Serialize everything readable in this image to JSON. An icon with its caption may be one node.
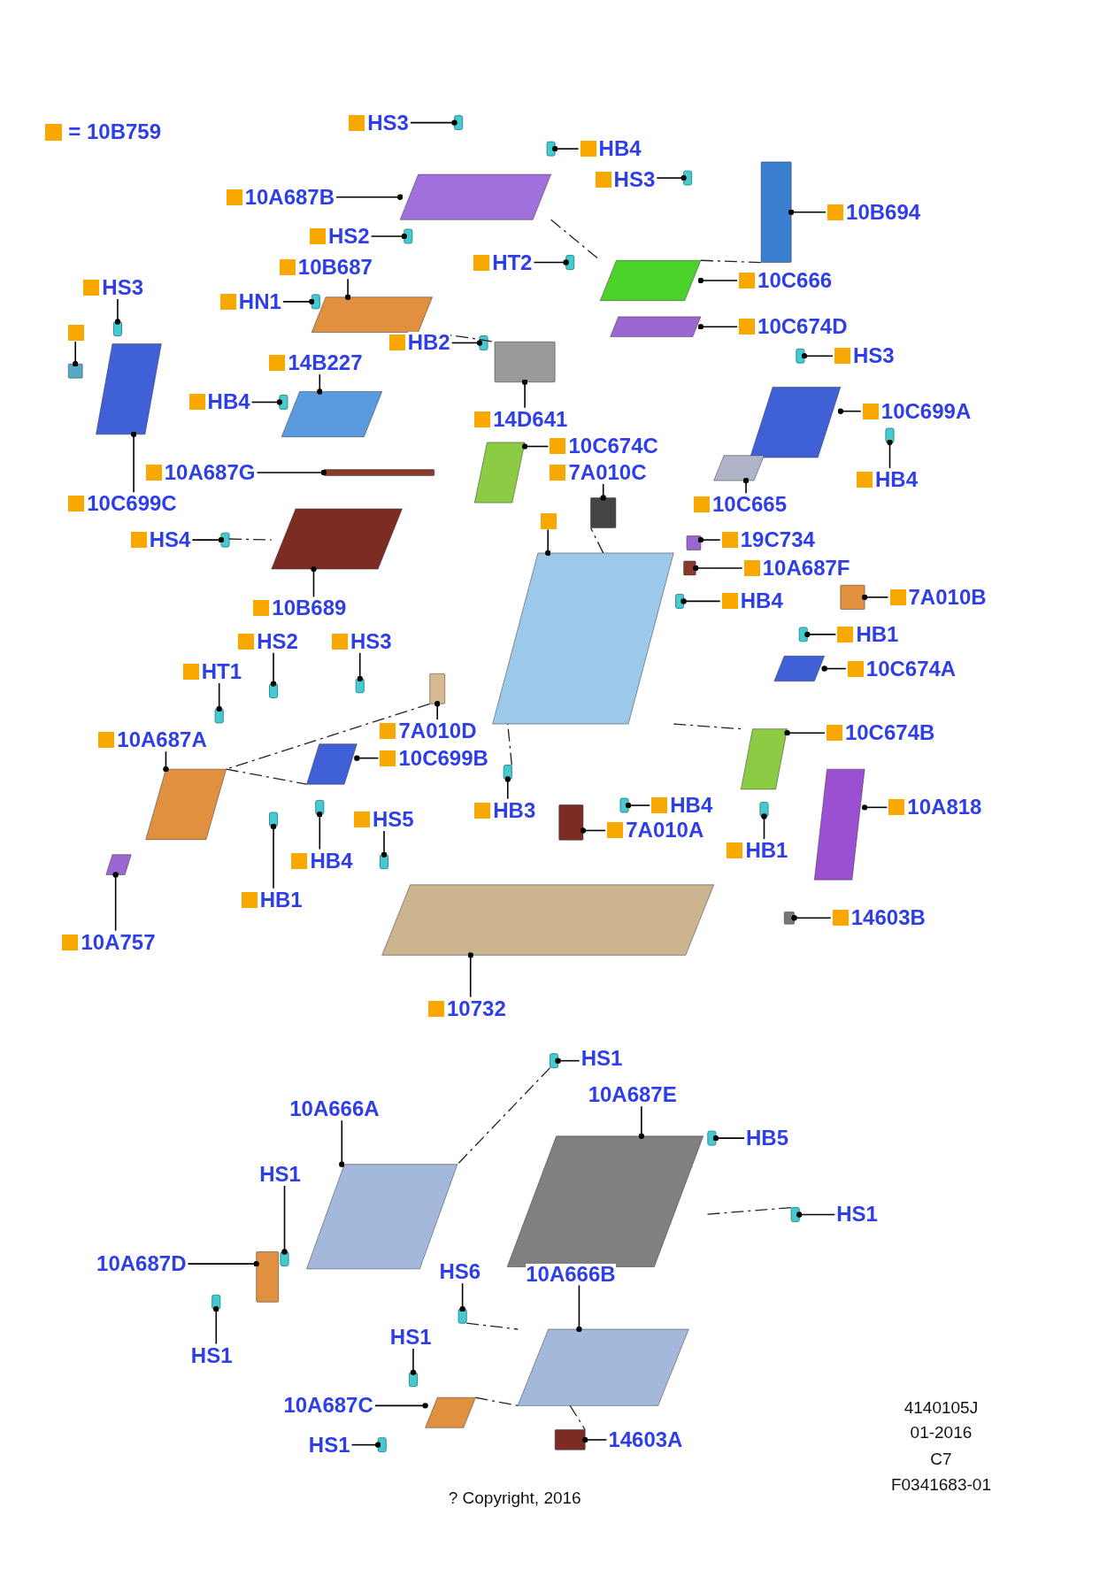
{
  "diagram": {
    "nodes": [
      {
        "text": [
          "HS3"
        ]
      },
      {
        "text": [
          "HB4"
        ]
      },
      {
        "text": [
          "10A687B"
        ]
      },
      {
        "text": [
          "HS3"
        ]
      },
      {
        "text": [
          "10B694"
        ]
      },
      {
        "text": [
          "HS2"
        ]
      },
      {
        "text": [
          "10B687"
        ]
      },
      {
        "text": [
          "HN1"
        ]
      },
      {
        "text": [
          "HT2"
        ]
      },
      {
        "text": [
          "10C666"
        ]
      },
      {
        "text": [
          "HS3"
        ]
      },
      {
        "text": [],
        "shape": "box"
      },
      {
        "text": [
          "HB2"
        ]
      },
      {
        "text": [
          "10C674D"
        ]
      },
      {
        "text": [
          "14B227"
        ]
      },
      {
        "text": [
          "HS3"
        ]
      },
      {
        "text": [
          "HB4"
        ]
      },
      {
        "text": [
          "14D641"
        ]
      },
      {
        "text": [
          "10C699A"
        ]
      },
      {
        "text": [
          "10C674C"
        ]
      },
      {
        "text": [
          "10A687G"
        ]
      },
      {
        "text": [
          "7A010C"
        ]
      },
      {
        "text": [
          "HB4"
        ]
      },
      {
        "text": [
          "10C699C"
        ]
      },
      {
        "text": [
          "10C665"
        ]
      },
      {
        "text": [
          "HS4"
        ]
      },
      {
        "text": [],
        "shape": "box"
      },
      {
        "text": [
          "19C734"
        ]
      },
      {
        "text": [
          "10A687F"
        ]
      },
      {
        "text": [
          "10B689"
        ]
      },
      {
        "text": [
          "7A010B"
        ]
      },
      {
        "text": [
          "HB4"
        ]
      },
      {
        "text": [
          "HS2"
        ]
      },
      {
        "text": [
          "HS3"
        ]
      },
      {
        "text": [
          "HB1"
        ]
      },
      {
        "text": [
          "HT1"
        ]
      },
      {
        "text": [
          "10C674A"
        ]
      },
      {
        "text": [
          "10A687A"
        ]
      },
      {
        "text": [
          "7A010D"
        ]
      },
      {
        "text": [
          "10C699B"
        ]
      },
      {
        "text": [
          "10C674B"
        ]
      },
      {
        "text": [
          "HS5"
        ]
      },
      {
        "text": [
          "HB3"
        ]
      },
      {
        "text": [
          "HB4"
        ]
      },
      {
        "text": [
          "10A818"
        ]
      },
      {
        "text": [
          "7A010A"
        ]
      },
      {
        "text": [
          "HB4"
        ]
      },
      {
        "text": [
          "HB1"
        ]
      },
      {
        "text": [
          "HB1"
        ]
      },
      {
        "text": [
          "14603B"
        ]
      },
      {
        "text": [
          "10A757"
        ]
      },
      {
        "text": [
          "10732"
        ]
      },
      {
        "text": [
          "HS1"
        ]
      },
      {
        "text": [
          "10A687E"
        ]
      },
      {
        "text": [
          "10A666A"
        ]
      },
      {
        "text": [
          "HB5"
        ]
      },
      {
        "text": [
          "HS1"
        ]
      },
      {
        "text": [
          "HS1"
        ]
      },
      {
        "text": [
          "10A687D"
        ]
      },
      {
        "text": [
          "HS6"
        ]
      },
      {
        "text": [
          "10A666B"
        ]
      },
      {
        "text": [
          "HS1"
        ]
      },
      {
        "text": [
          "HS1"
        ]
      },
      {
        "text": [
          "10A687C"
        ]
      },
      {
        "text": [
          "14603A"
        ]
      },
      {
        "text": [
          "HS1"
        ]
      },
      {
        "text": [],
        "shape": "box"
      },
      {
        "text": [],
        "shape": "box"
      },
      {
        "text": [],
        "shape": "box"
      },
      {
        "text": [],
        "shape": "box"
      },
      {
        "text": [],
        "shape": "box"
      },
      {
        "text": [],
        "shape": "box"
      },
      {
        "text": [],
        "shape": "box"
      },
      {
        "text": [],
        "shape": "box"
      },
      {
        "text": [],
        "shape": "box"
      },
      {
        "text": [],
        "shape": "box"
      },
      {
        "text": [],
        "shape": "box"
      },
      {
        "text": [],
        "shape": "box"
      },
      {
        "text": [],
        "shape": "box"
      },
      {
        "text": [],
        "shape": "box"
      },
      {
        "text": [],
        "shape": "box"
      },
      {
        "text": [],
        "shape": "box"
      },
      {
        "text": [],
        "shape": "box"
      },
      {
        "text": [],
        "shape": "box"
      },
      {
        "text": [],
        "shape": "box"
      },
      {
        "text": [],
        "shape": "box"
      },
      {
        "text": [],
        "shape": "box"
      },
      {
        "text": [],
        "shape": "box"
      },
      {
        "text": [],
        "shape": "box"
      },
      {
        "text": [],
        "shape": "box"
      },
      {
        "text": [],
        "shape": "box"
      },
      {
        "text": [],
        "shape": "box"
      },
      {
        "text": [],
        "shape": "box"
      },
      {
        "text": [],
        "shape": "box"
      },
      {
        "text": [],
        "shape": "box"
      },
      {
        "text": [],
        "shape": "box"
      },
      {
        "text": [],
        "shape": "box"
      },
      {
        "text": [],
        "shape": "box"
      },
      {
        "text": [],
        "shape": "box"
      },
      {
        "text": [],
        "shape": "box"
      },
      {
        "text": [],
        "shape": "box"
      },
      {
        "text": [],
        "shape": "box"
      },
      {
        "text": [],
        "shape": "box"
      },
      {
        "text": [],
        "shape": "box"
      },
      {
        "text": [],
        "shape": "box"
      },
      {
        "text": [],
        "shape": "box"
      },
      {
        "text": [],
        "shape": "box"
      },
      {
        "text": [],
        "shape": "box"
      },
      {
        "text": [],
        "shape": "box"
      },
      {
        "text": [],
        "shape": "box"
      },
      {
        "text": [],
        "shape": "box"
      },
      {
        "text": [],
        "shape": "box"
      },
      {
        "text": [],
        "shape": "box"
      },
      {
        "text": [],
        "shape": "box"
      },
      {
        "text": [],
        "shape": "box"
      },
      {
        "text": [],
        "shape": "box"
      },
      {
        "text": [],
        "shape": "box"
      },
      {
        "text": [],
        "shape": "box"
      },
      {
        "text": [],
        "shape": "box"
      },
      {
        "text": [],
        "shape": "box"
      },
      {
        "text": [],
        "shape": "box"
      },
      {
        "text": [],
        "shape": "box"
      },
      {
        "text": [],
        "shape": "box"
      },
      {
        "text": [],
        "shape": "box"
      },
      {
        "text": [],
        "shape": "box"
      },
      {
        "text": [],
        "shape": "box"
      },
      {
        "text": [],
        "shape": "box"
      },
      {
        "text": [],
        "shape": "box"
      },
      {
        "text": [],
        "shape": "box"
      },
      {
        "text": [],
        "shape": "box"
      },
      {
        "text": [],
        "shape": "box"
      },
      {
        "text": [],
        "shape": "box"
      }
    ],
    "edges": [
      {
        "from": 0,
        "to": 66,
        "arrow": "other"
      },
      {
        "from": 1,
        "to": 67,
        "arrow": "other"
      },
      {
        "from": 2,
        "to": 68,
        "arrow": "other"
      },
      {
        "from": 3,
        "to": 69,
        "arrow": "other"
      },
      {
        "from": 4,
        "to": 70,
        "arrow": "other"
      },
      {
        "from": 5,
        "to": 71,
        "arrow": "other"
      },
      {
        "from": 6,
        "to": 72,
        "arrow": "other"
      },
      {
        "from": 7,
        "to": 73,
        "arrow": "other"
      },
      {
        "from": 8,
        "to": 74,
        "arrow": "other"
      },
      {
        "from": 9,
        "to": 75,
        "arrow": "other"
      },
      {
        "from": 10,
        "to": 76,
        "arrow": "other"
      },
      {
        "from": 11,
        "to": 77,
        "arrow": "other"
      },
      {
        "from": 12,
        "to": 78,
        "arrow": "other"
      },
      {
        "from": 13,
        "to": 79,
        "arrow": "other"
      },
      {
        "from": 14,
        "to": 80,
        "arrow": "other"
      },
      {
        "from": 15,
        "to": 81,
        "arrow": "other"
      },
      {
        "from": 16,
        "to": 82,
        "arrow": "other"
      },
      {
        "from": 17,
        "to": 83,
        "arrow": "other"
      },
      {
        "from": 18,
        "to": 84,
        "arrow": "other"
      },
      {
        "from": 19,
        "to": 85,
        "arrow": "other"
      },
      {
        "from": 20,
        "to": 86,
        "arrow": "other"
      },
      {
        "from": 21,
        "to": 87,
        "arrow": "other"
      },
      {
        "from": 22,
        "to": 88,
        "arrow": "other"
      },
      {
        "from": 23,
        "to": 89,
        "arrow": "other"
      },
      {
        "from": 24,
        "to": 90,
        "arrow": "other"
      },
      {
        "from": 25,
        "to": 91,
        "arrow": "other"
      },
      {
        "from": 26,
        "to": 92,
        "arrow": "other"
      },
      {
        "from": 27,
        "to": 93,
        "arrow": "other"
      },
      {
        "from": 28,
        "to": 94,
        "arrow": "other"
      },
      {
        "from": 29,
        "to": 95,
        "arrow": "other"
      },
      {
        "from": 30,
        "to": 96,
        "arrow": "other"
      },
      {
        "from": 31,
        "to": 97,
        "arrow": "other"
      },
      {
        "from": 32,
        "to": 98,
        "arrow": "other"
      },
      {
        "from": 33,
        "to": 99,
        "arrow": "other"
      },
      {
        "from": 34,
        "to": 100,
        "arrow": "other"
      },
      {
        "from": 35,
        "to": 101,
        "arrow": "other"
      },
      {
        "from": 36,
        "to": 102,
        "arrow": "other"
      },
      {
        "from": 37,
        "to": 103,
        "arrow": "other"
      },
      {
        "from": 38,
        "to": 104,
        "arrow": "other"
      },
      {
        "from": 39,
        "to": 105,
        "arrow": "other"
      },
      {
        "from": 40,
        "to": 106,
        "arrow": "other"
      },
      {
        "from": 41,
        "to": 107,
        "arrow": "other"
      },
      {
        "from": 42,
        "to": 108,
        "arrow": "other"
      },
      {
        "from": 43,
        "to": 109,
        "arrow": "other"
      },
      {
        "from": 44,
        "to": 110,
        "arrow": "other"
      },
      {
        "from": 45,
        "to": 111,
        "arrow": "other"
      },
      {
        "from": 46,
        "to": 112,
        "arrow": "other"
      },
      {
        "from": 47,
        "to": 113,
        "arrow": "other"
      },
      {
        "from": 48,
        "to": 114,
        "arrow": "other"
      },
      {
        "from": 49,
        "to": 115,
        "arrow": "other"
      },
      {
        "from": 50,
        "to": 116,
        "arrow": "other"
      },
      {
        "from": 51,
        "to": 117,
        "arrow": "other"
      },
      {
        "from": 52,
        "to": 118,
        "arrow": "other"
      },
      {
        "from": 53,
        "to": 119,
        "arrow": "other"
      },
      {
        "from": 54,
        "to": 120,
        "arrow": "other"
      },
      {
        "from": 55,
        "to": 121,
        "arrow": "other"
      },
      {
        "from": 56,
        "to": 122,
        "arrow": "other"
      },
      {
        "from": 57,
        "to": 123,
        "arrow": "other"
      },
      {
        "from": 58,
        "to": 124,
        "arrow": "other"
      },
      {
        "from": 59,
        "to": 125,
        "arrow": "other"
      },
      {
        "from": 60,
        "to": 126,
        "arrow": "other"
      },
      {
        "from": 61,
        "to": 127,
        "arrow": "other"
      },
      {
        "from": 62,
        "to": 128,
        "arrow": "other"
      },
      {
        "from": 63,
        "to": 129,
        "arrow": "other"
      },
      {
        "from": 64,
        "to": 130,
        "arrow": "other"
      },
      {
        "from": 65,
        "to": 131,
        "arrow": "other"
      },
      {
        "from": 68,
        "to": 75,
        "arrow": "none",
        "style": "dashed"
      },
      {
        "from": 75,
        "to": 70,
        "arrow": "none",
        "style": "dashed"
      },
      {
        "from": 72,
        "to": 83,
        "arrow": "none",
        "style": "dashed"
      },
      {
        "from": 91,
        "to": 95,
        "arrow": "none",
        "style": "dashed"
      },
      {
        "from": 92,
        "to": 87,
        "arrow": "none",
        "style": "dashed"
      },
      {
        "from": 92,
        "to": 106,
        "arrow": "none",
        "style": "dashed"
      },
      {
        "from": 108,
        "to": 92,
        "arrow": "none",
        "style": "dashed"
      },
      {
        "from": 104,
        "to": 103,
        "arrow": "none",
        "style": "dashed"
      },
      {
        "from": 103,
        "to": 105,
        "arrow": "none",
        "style": "dashed"
      },
      {
        "from": 118,
        "to": 120,
        "arrow": "none",
        "style": "dashed"
      },
      {
        "from": 123,
        "to": 119,
        "arrow": "none",
        "style": "dashed"
      },
      {
        "from": 125,
        "to": 126,
        "arrow": "none",
        "style": "dashed"
      },
      {
        "from": 129,
        "to": 126,
        "arrow": "none",
        "style": "dashed"
      },
      {
        "from": 126,
        "to": 130,
        "arrow": "none",
        "style": "dashed"
      }
    ],
    "labels": [
      "4140105J",
      "01-2016",
      "C7",
      "F0341683-01",
      "? Copyright, 2016"
    ],
    "legend": [
      {
        "text": "= 10B759",
        "color": "#f9a800"
      }
    ]
  }
}
